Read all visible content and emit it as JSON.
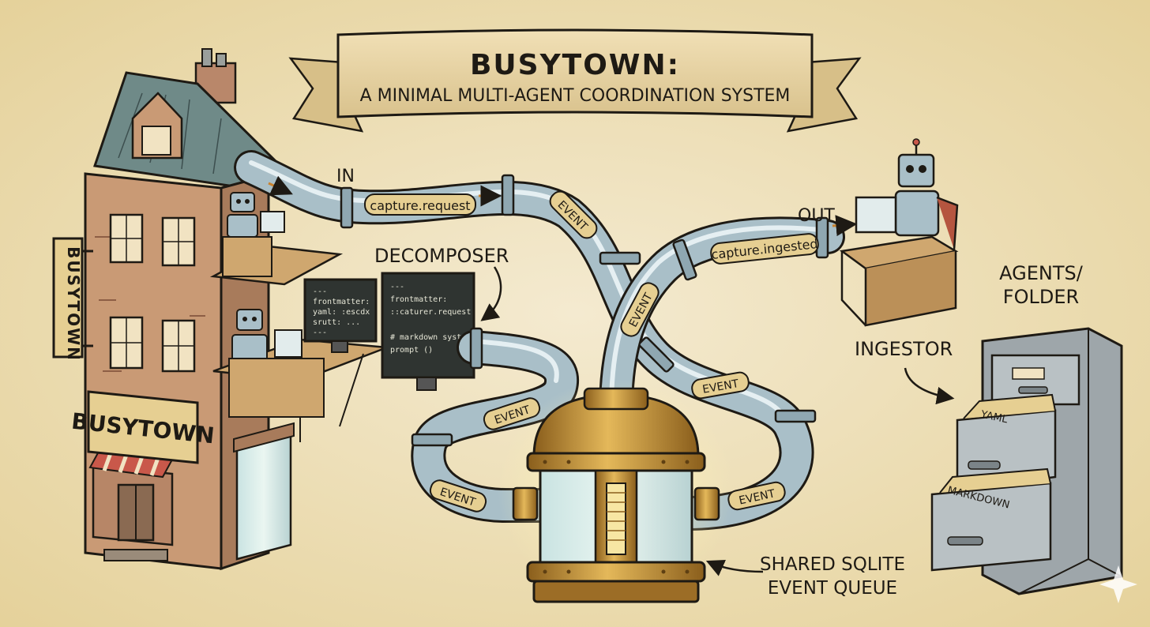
{
  "banner": {
    "title": "BUSYTOWN:",
    "subtitle": "A MINIMAL MULTI-AGENT COORDINATION SYSTEM"
  },
  "building": {
    "vertical_sign": "BUSYTOWN",
    "front_sign": "BUSYTOWN"
  },
  "labels": {
    "in": "IN",
    "out": "OUT",
    "decomposer": "DECOMPOSER",
    "ingestor": "INGESTOR",
    "agents_folder_line1": "AGENTS/",
    "agents_folder_line2": "FOLDER",
    "queue_line1": "SHARED SQLITE",
    "queue_line2": "EVENT QUEUE"
  },
  "pipe_tags": {
    "capture_request": "capture.request",
    "capture_ingested": "capture.ingested",
    "event": "EVENT"
  },
  "monitor_left": {
    "lines": [
      "---",
      "frontmatter:",
      "yaml: :escdx",
      "srutt: ...",
      "---"
    ]
  },
  "monitor_right": {
    "lines": [
      "---",
      "frontmatter:",
      "::caturer.request",
      "",
      "# markdown system",
      "prompt ()"
    ]
  },
  "cabinet": {
    "drawer_yaml": "YAML",
    "drawer_markdown": "MARKDOWN"
  },
  "colors": {
    "parchment": "#efe3bb",
    "ink": "#1e1a14",
    "brick": "#c99a75",
    "roof": "#6f8a88",
    "pipe": "#a9bfc8",
    "brass": "#c99638",
    "tag": "#e6cf92",
    "cabinet": "#9ea6aa",
    "desk": "#cfa76f"
  }
}
